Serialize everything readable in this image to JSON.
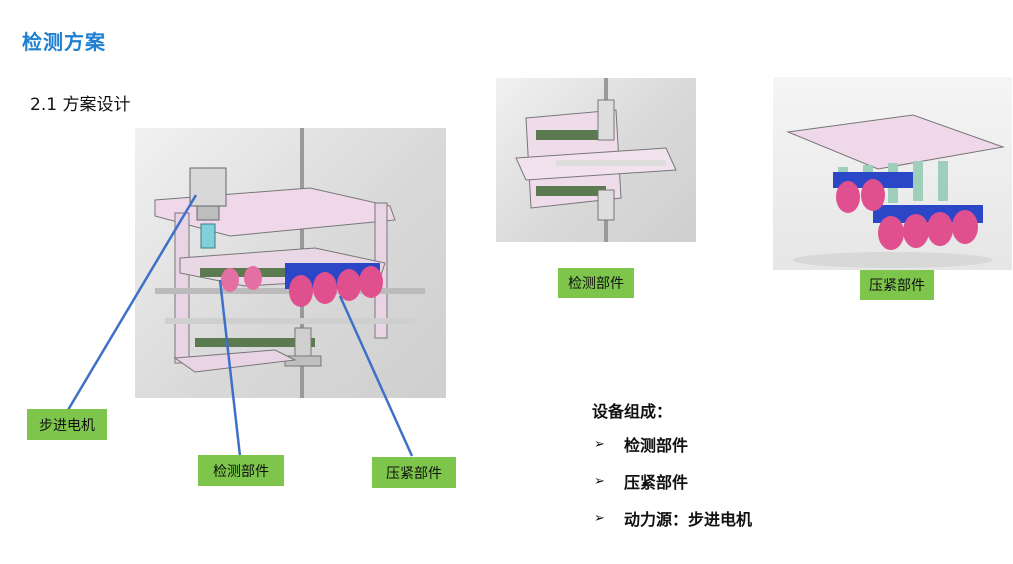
{
  "header": {
    "title": "检测方案"
  },
  "section": {
    "subtitle": "2.1  方案设计"
  },
  "callouts": {
    "motor": "步进电机",
    "detect": "检测部件",
    "press": "压紧部件"
  },
  "thumbnails": {
    "detect_label": "检测部件",
    "press_label": "压紧部件"
  },
  "composition": {
    "title": "设备组成：",
    "items": [
      "检测部件",
      "压紧部件",
      "动力源：步进电机"
    ]
  },
  "colors": {
    "title": "#1f7fd1",
    "label_bg": "#7dc64b",
    "leader_line": "#3d70c8",
    "roller": "#e0508f",
    "bracket": "#2c46c8"
  }
}
